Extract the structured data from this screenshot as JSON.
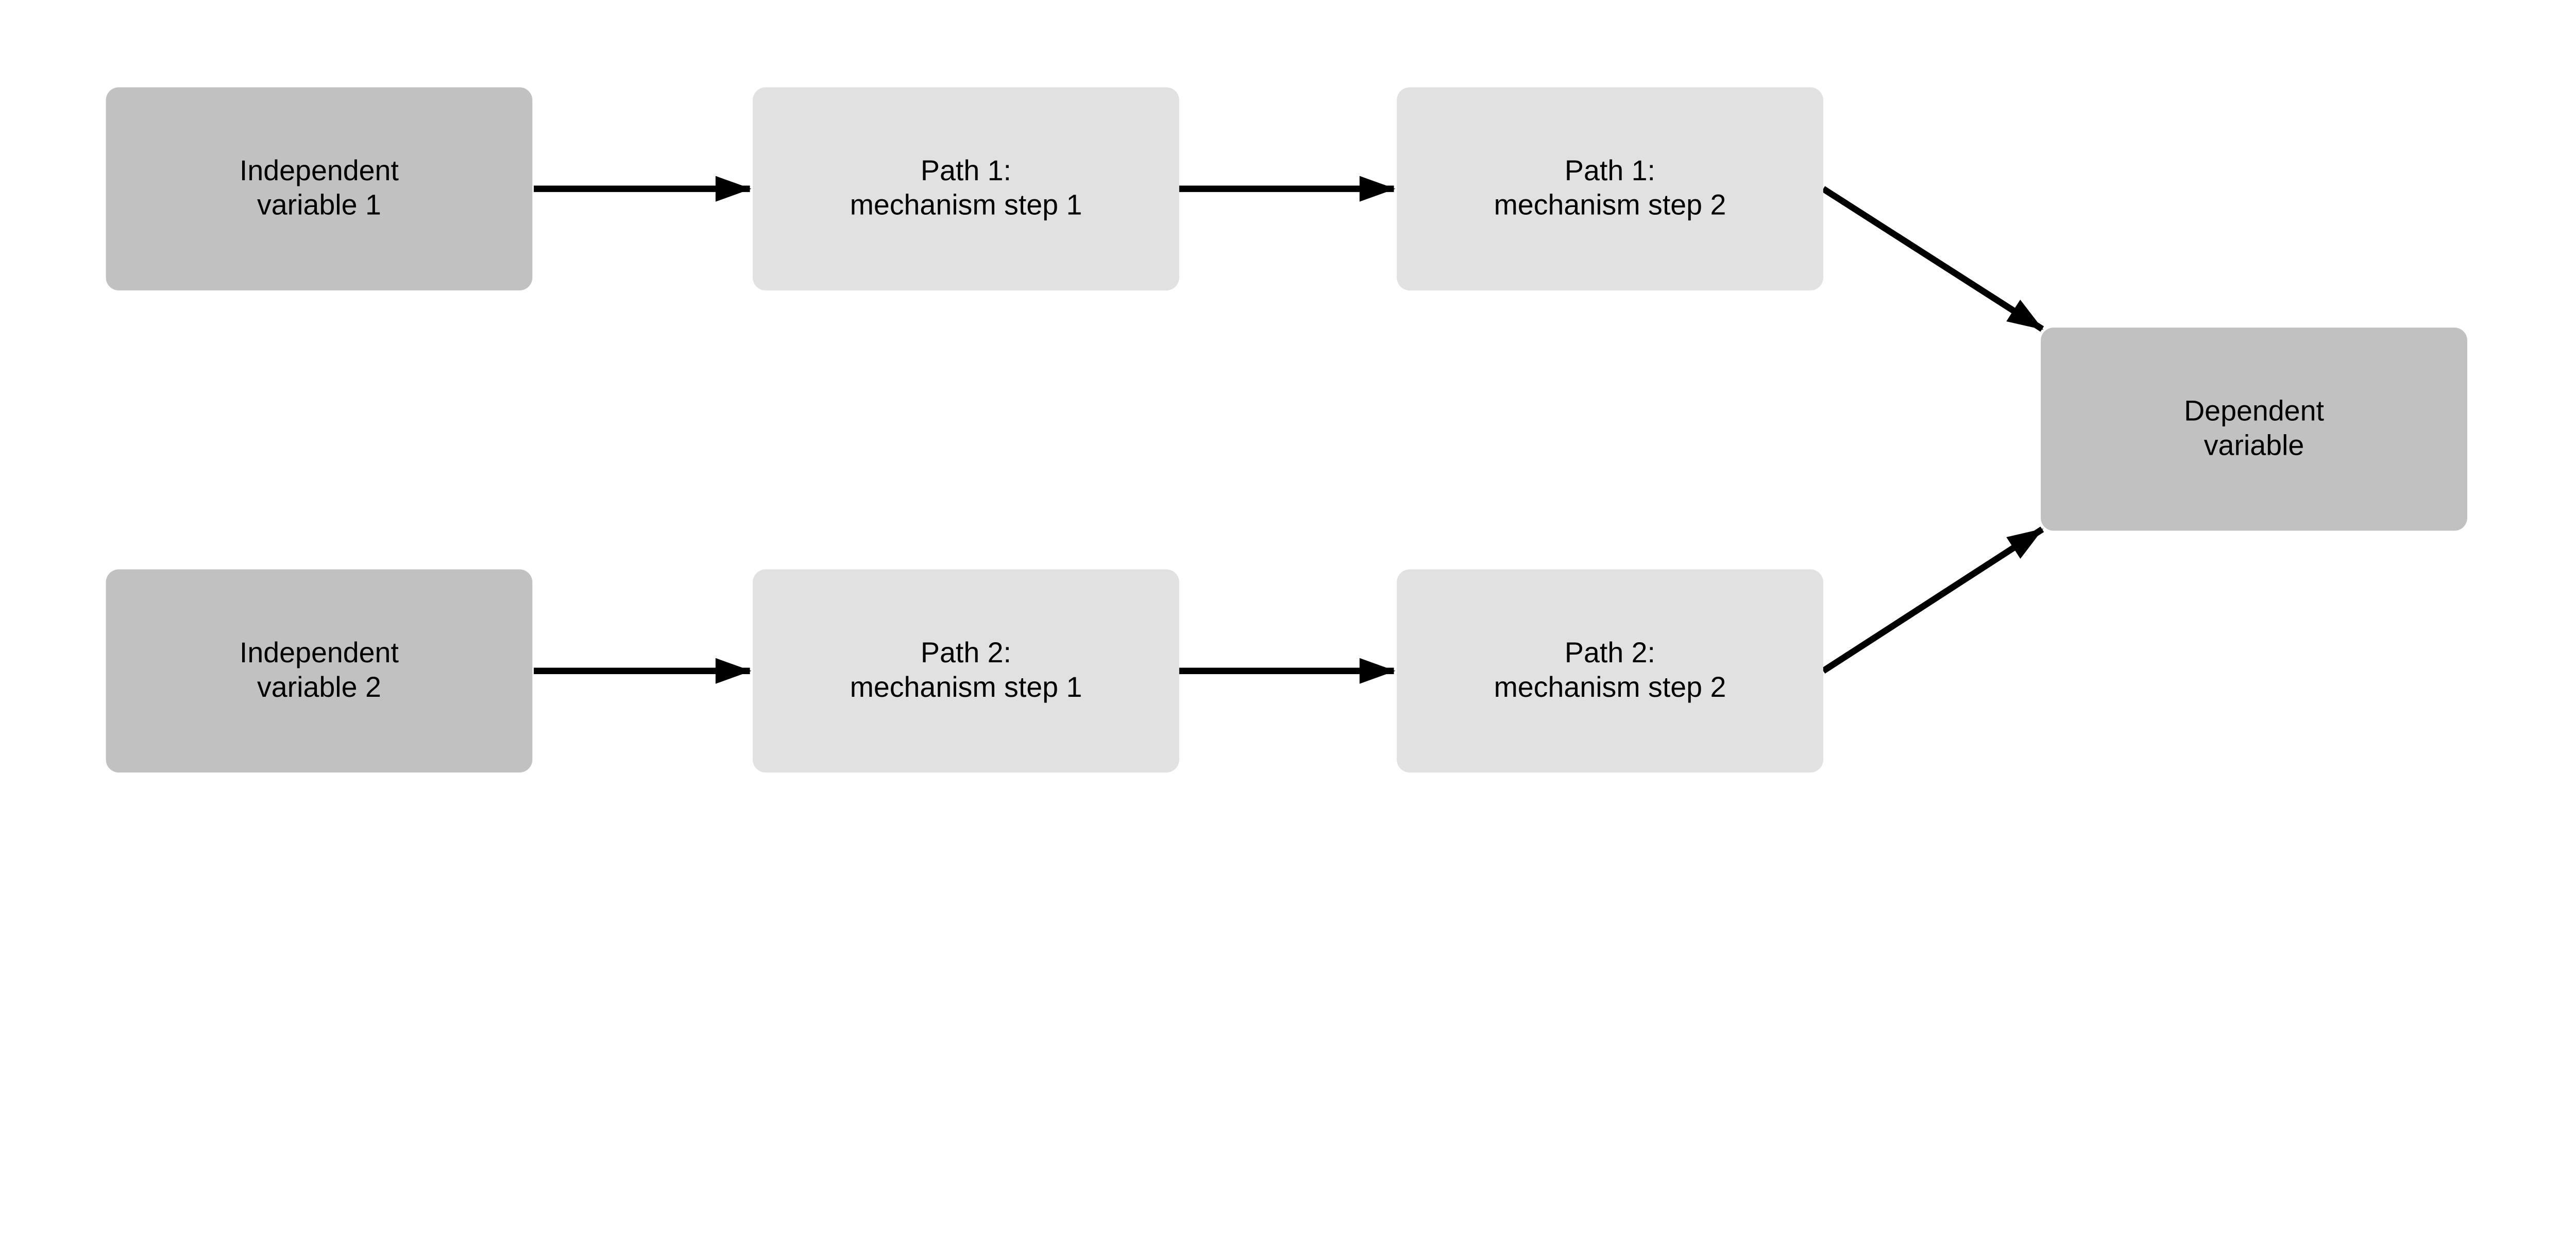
{
  "colors": {
    "canvas-bg": "#ffffff",
    "node-dark": "#c1c1c1",
    "node-light": "#e1e1e1",
    "edge": "#000000",
    "text": "#000000"
  },
  "nodes": {
    "iv1": {
      "label": "Independent\nvariable 1",
      "tone": "dark"
    },
    "p1s1": {
      "label": "Path 1:\nmechanism step 1",
      "tone": "light"
    },
    "p1s2": {
      "label": "Path 1:\nmechanism step 2",
      "tone": "light"
    },
    "iv2": {
      "label": "Independent\nvariable 2",
      "tone": "dark"
    },
    "p2s1": {
      "label": "Path 2:\nmechanism step 1",
      "tone": "light"
    },
    "p2s2": {
      "label": "Path 2:\nmechanism step 2",
      "tone": "light"
    },
    "dv": {
      "label": "Dependent\nvariable",
      "tone": "dark"
    }
  },
  "edges": [
    {
      "from": "iv1",
      "to": "p1s1"
    },
    {
      "from": "p1s1",
      "to": "p1s2"
    },
    {
      "from": "p1s2",
      "to": "dv"
    },
    {
      "from": "iv2",
      "to": "p2s1"
    },
    {
      "from": "p2s1",
      "to": "p2s2"
    },
    {
      "from": "p2s2",
      "to": "dv"
    }
  ]
}
